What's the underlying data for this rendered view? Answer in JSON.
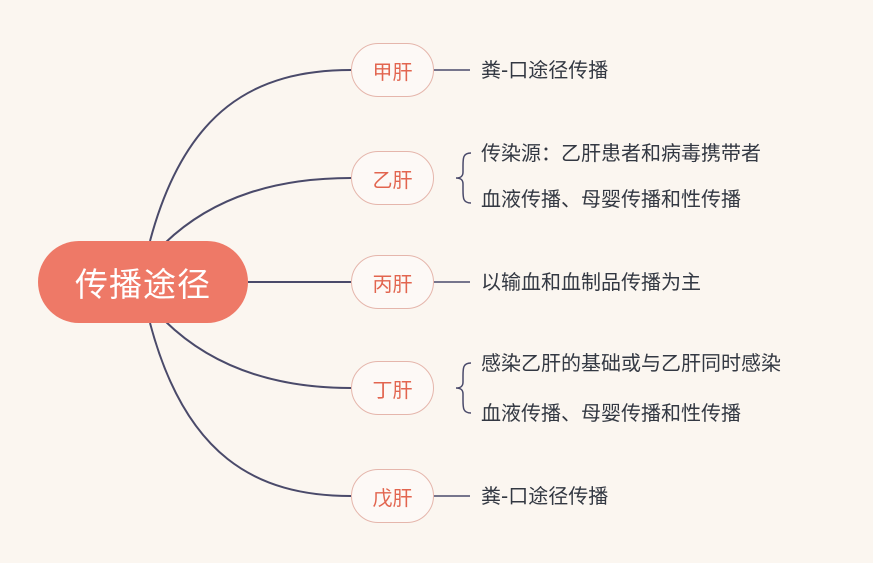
{
  "root": {
    "label": "传播途径"
  },
  "branches": [
    {
      "label": "甲肝",
      "items": [
        "粪-口途径传播"
      ]
    },
    {
      "label": "乙肝",
      "items": [
        "传染源：乙肝患者和病毒携带者",
        "血液传播、母婴传播和性传播"
      ]
    },
    {
      "label": "丙肝",
      "items": [
        "以输血和血制品传播为主"
      ]
    },
    {
      "label": "丁肝",
      "items": [
        "感染乙肝的基础或与乙肝同时感染",
        "血液传播、母婴传播和性传播"
      ]
    },
    {
      "label": "戊肝",
      "items": [
        "粪-口途径传播"
      ]
    }
  ],
  "colors": {
    "root_fill": "#ee7967",
    "branch_text": "#e2654f",
    "line": "#4a4a6a",
    "background": "#fbf6f0"
  }
}
